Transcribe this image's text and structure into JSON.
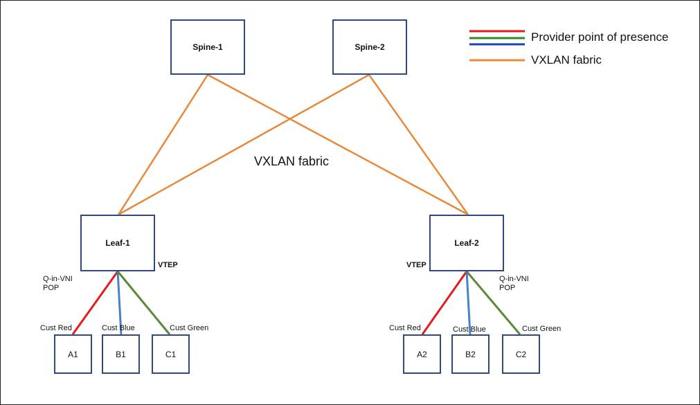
{
  "legend": {
    "pop_label": "Provider point of presence",
    "fabric_label": "VXLAN fabric",
    "pop_colors": [
      "#e41a1c",
      "#2e8b2e",
      "#1f3fbf"
    ],
    "fabric_color": "#e8883a"
  },
  "fabric_label": "VXLAN fabric",
  "spines": [
    "Spine-1",
    "Spine-2"
  ],
  "leaves": [
    {
      "name": "Leaf-1",
      "vtep": "VTEP",
      "pop": "Q-in-VNI POP"
    },
    {
      "name": "Leaf-2",
      "vtep": "VTEP",
      "pop": "Q-in-VNI POP"
    }
  ],
  "customers": [
    {
      "name": "Cust Red",
      "color": "#e41a1c",
      "left_host": "A1",
      "right_host": "A2"
    },
    {
      "name": "Cust Blue",
      "color": "#4a80c8",
      "left_host": "B1",
      "right_host": "B2"
    },
    {
      "name": "Cust Green",
      "color": "#5a8a3a",
      "left_host": "C1",
      "right_host": "C2"
    }
  ],
  "colors": {
    "node_border": "#2f4a78",
    "fabric_link": "#e8883a"
  }
}
